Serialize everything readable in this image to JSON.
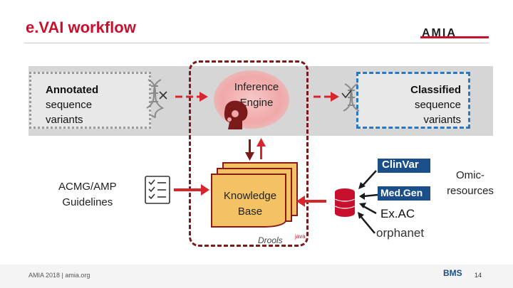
{
  "header": {
    "title": "e.VAI workflow",
    "logo_text": "AMIA"
  },
  "inputs": {
    "annotated_bold": "Annotated",
    "annotated_rest_line1": "sequence",
    "annotated_rest_line2": "variants",
    "guidelines_line1": "ACMG/AMP",
    "guidelines_line2": "Guidelines"
  },
  "core": {
    "engine_line1": "Inference",
    "engine_line2": "Engine",
    "kb_line1": "Knowledge",
    "kb_line2": "Base",
    "drools_label": "Drools",
    "java_label": "java"
  },
  "outputs": {
    "classified_bold": "Classified",
    "classified_line2": "sequence",
    "classified_line3": "variants"
  },
  "resources": {
    "label_line1": "Omic-",
    "label_line2": "resources",
    "sources": [
      "ClinVar",
      "Med.Gen",
      "Ex.AC",
      "orphanet"
    ]
  },
  "footer": {
    "left_text": "AMIA 2018  |  amia.org",
    "page_number": "14",
    "partner_logo": "BMS"
  },
  "colors": {
    "title": "#c8102e",
    "arrows": "#d7262e",
    "output_border": "#2a78bf",
    "knowledge_base": "#f2c265"
  }
}
